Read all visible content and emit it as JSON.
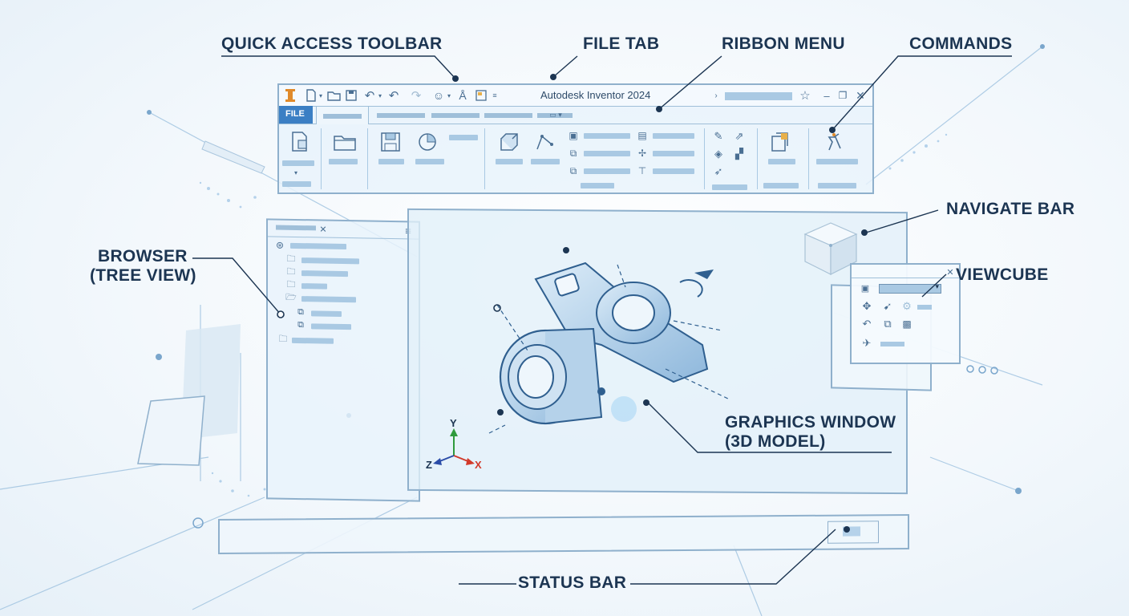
{
  "window": {
    "title": "Autodesk Inventor 2024",
    "file_tab": "FILE"
  },
  "callouts": {
    "quick_access_toolbar": "QUICK ACCESS TOOLBAR",
    "file_tab": "FILE TAB",
    "ribbon_menu": "RIBBON MENU",
    "commands": "COMMANDS",
    "navigate_bar": "NAVIGATE BAR",
    "browser_line1": "BROWSER",
    "browser_line2": "(TREE VIEW)",
    "viewcube": "VIEWCUBE",
    "graphics_line1": "GRAPHICS WINDOW",
    "graphics_line2": "(3D MODEL)",
    "status_bar": "STATUS BAR"
  },
  "axis_triad": {
    "x": "X",
    "y": "Y",
    "z": "Z"
  },
  "colors": {
    "ink": "#1c3552",
    "line": "#8fb0cc",
    "accent": "#3f8fd6",
    "axis_x": "#d23a2a",
    "axis_y": "#2f9a3c",
    "axis_z": "#2b4da8"
  },
  "icons": [
    "inventor-logo-icon",
    "new-file-icon",
    "open-icon",
    "save-icon",
    "undo-icon",
    "redo-icon",
    "user-icon",
    "appearance-icon",
    "close-icon",
    "star-icon",
    "orbit-icon"
  ]
}
